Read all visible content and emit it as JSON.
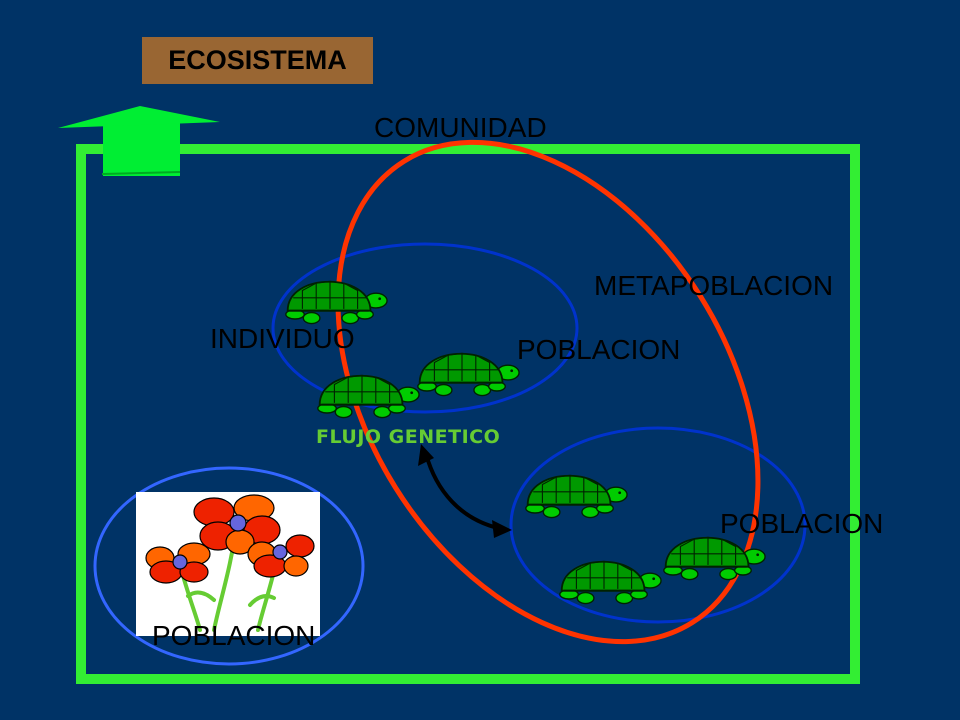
{
  "title": "ECOSISTEMA",
  "labels": {
    "comunidad": "COMUNIDAD",
    "metapoblacion": "METAPOBLACION",
    "individuo": "INDIVIDUO",
    "poblacion_upper": "POBLACION",
    "poblacion_lower": "POBLACION",
    "poblacion_flowers": "POBLACION",
    "flujo_genetico": "FLUJO GENETICO"
  },
  "icons": {
    "arrow": "up-arrow-icon",
    "turtle": "turtle-icon",
    "flowers": "flowers-icon",
    "gene_flow": "double-arrow-icon"
  },
  "colors": {
    "background": "#003366",
    "ecosystem_border": "#33EE33",
    "community_ring": "#FF3300",
    "population_ring": "#0033CC",
    "flower_ring": "#3366FF",
    "title_fill": "#996633",
    "gene_flow_text": "#66CC33",
    "turtle_shell": "#009900"
  }
}
